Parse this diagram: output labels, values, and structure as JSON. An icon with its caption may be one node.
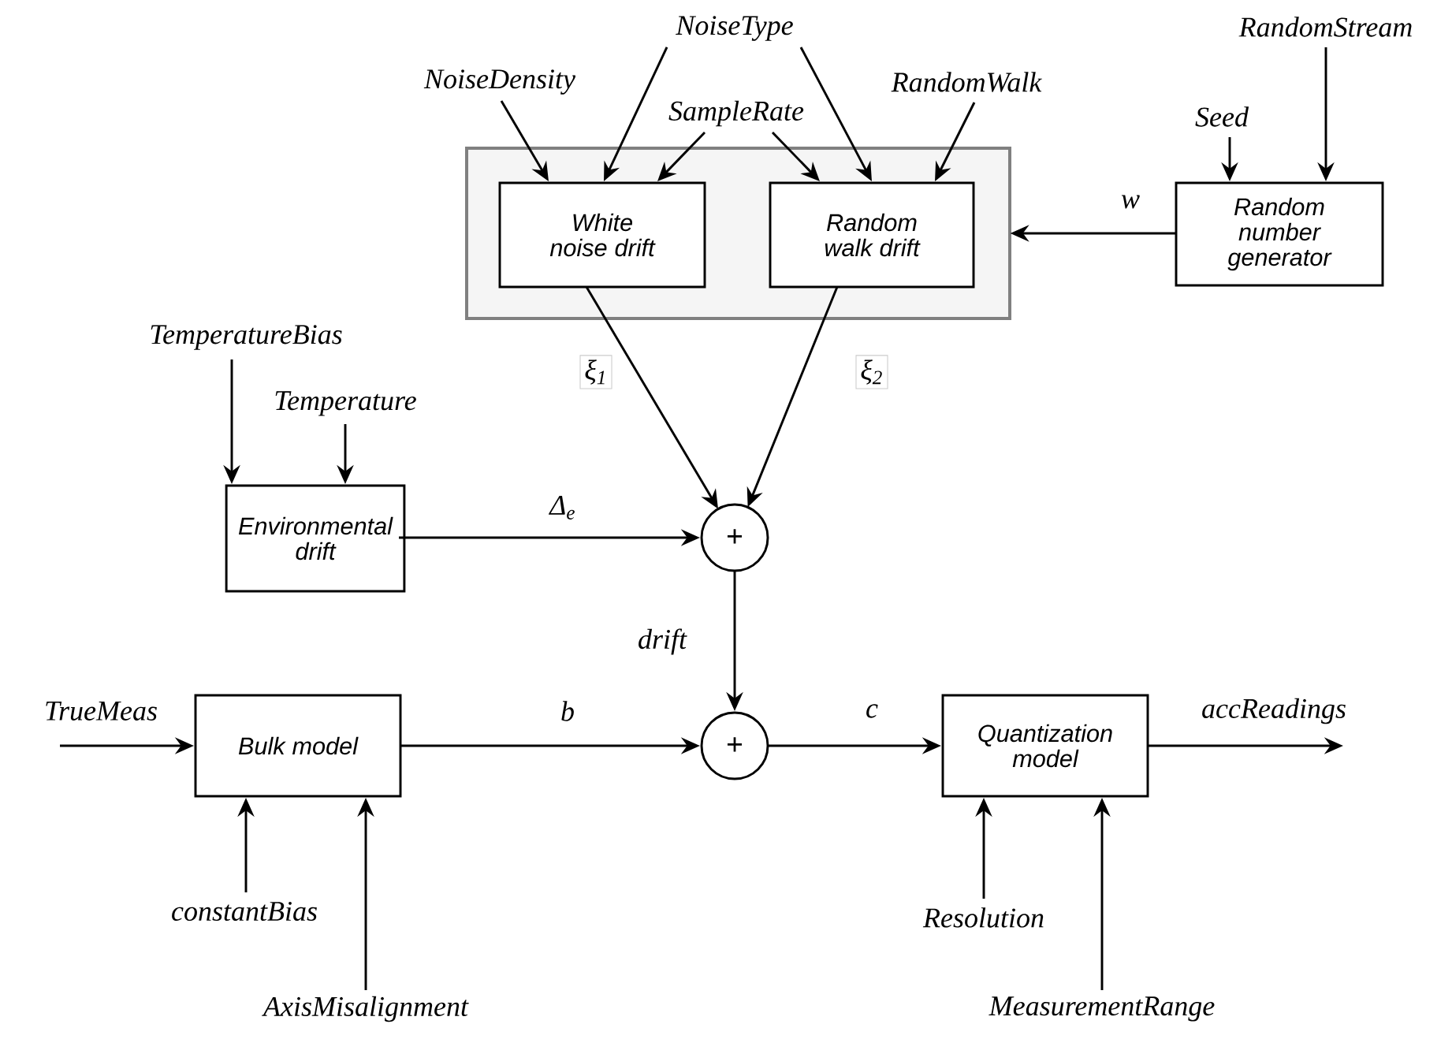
{
  "diagram": {
    "nodes": [
      {
        "text": [],
        "shape": "box"
      },
      {
        "text": [
          "White noise drift"
        ],
        "in": 0
      },
      {
        "text": [
          "Random walk drift"
        ],
        "in": 0
      },
      {
        "text": [
          "Random number generator"
        ]
      },
      {
        "text": [
          "Environmental drift"
        ]
      },
      {
        "text": [
          "+"
        ]
      },
      {
        "text": [
          "Bulk model"
        ]
      },
      {
        "text": [
          "+"
        ]
      },
      {
        "text": [
          "Quantization model"
        ]
      },
      {
        "text": [
          "NoiseDensity"
        ]
      },
      {
        "text": [
          "NoiseType"
        ]
      },
      {
        "text": [
          "SampleRate"
        ]
      },
      {
        "text": [
          "RandomWalk"
        ]
      },
      {
        "text": [
          "RandomStream"
        ]
      },
      {
        "text": [
          "Seed"
        ]
      },
      {
        "text": [
          "TemperatureBias"
        ]
      },
      {
        "text": [
          "Temperature"
        ]
      },
      {
        "text": [
          "constantBias"
        ]
      },
      {
        "text": [
          "AxisMisalignment"
        ]
      },
      {
        "text": [
          "Resolution"
        ]
      },
      {
        "text": [
          "MeasurementRange"
        ]
      }
    ],
    "edges": [
      {
        "from": 9,
        "to": 1,
        "arrow": "to"
      },
      {
        "from": 10,
        "to": 1,
        "arrow": "to"
      },
      {
        "from": 11,
        "to": 1,
        "arrow": "to"
      },
      {
        "from": 11,
        "to": 2,
        "arrow": "to"
      },
      {
        "from": 10,
        "to": 2,
        "arrow": "to"
      },
      {
        "from": 12,
        "to": 2,
        "arrow": "to"
      },
      {
        "from": 13,
        "to": 3,
        "arrow": "to"
      },
      {
        "from": 14,
        "to": 3,
        "arrow": "to"
      },
      {
        "from": 3,
        "to": 0,
        "arrow": "to",
        "label": "w"
      },
      {
        "from": 1,
        "to": 5,
        "arrow": "to",
        "label": "ξ$_{1}$"
      },
      {
        "from": 2,
        "to": 5,
        "arrow": "to",
        "label": "ξ$_{2}$"
      },
      {
        "from": 4,
        "to": 5,
        "arrow": "to",
        "label": "Δ$_{e}$"
      },
      {
        "from": 15,
        "to": 4,
        "arrow": "to"
      },
      {
        "from": 16,
        "to": 4,
        "arrow": "to"
      },
      {
        "from": 5,
        "to": 7,
        "arrow": "to",
        "label": "drift"
      },
      {
        "from": null,
        "to": 6,
        "arrow": "to",
        "label": "TrueMeas"
      },
      {
        "from": 6,
        "to": 7,
        "arrow": "to",
        "label": "b"
      },
      {
        "from": 7,
        "to": 8,
        "arrow": "to",
        "label": "c"
      },
      {
        "from": 8,
        "to": null,
        "arrow": "to",
        "label": "accReadings"
      },
      {
        "from": 17,
        "to": 6,
        "arrow": "to"
      },
      {
        "from": 18,
        "to": 6,
        "arrow": "to"
      },
      {
        "from": 19,
        "to": 8,
        "arrow": "to"
      },
      {
        "from": 20,
        "to": 8,
        "arrow": "to"
      }
    ]
  }
}
